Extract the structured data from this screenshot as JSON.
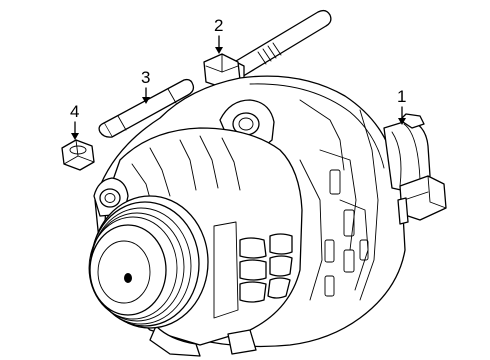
{
  "callouts": [
    {
      "number": "1",
      "part": "alternator"
    },
    {
      "number": "2",
      "part": "long-bolt"
    },
    {
      "number": "3",
      "part": "stud"
    },
    {
      "number": "4",
      "part": "nut"
    }
  ],
  "colors": {
    "line": "#000000",
    "background": "#ffffff"
  }
}
